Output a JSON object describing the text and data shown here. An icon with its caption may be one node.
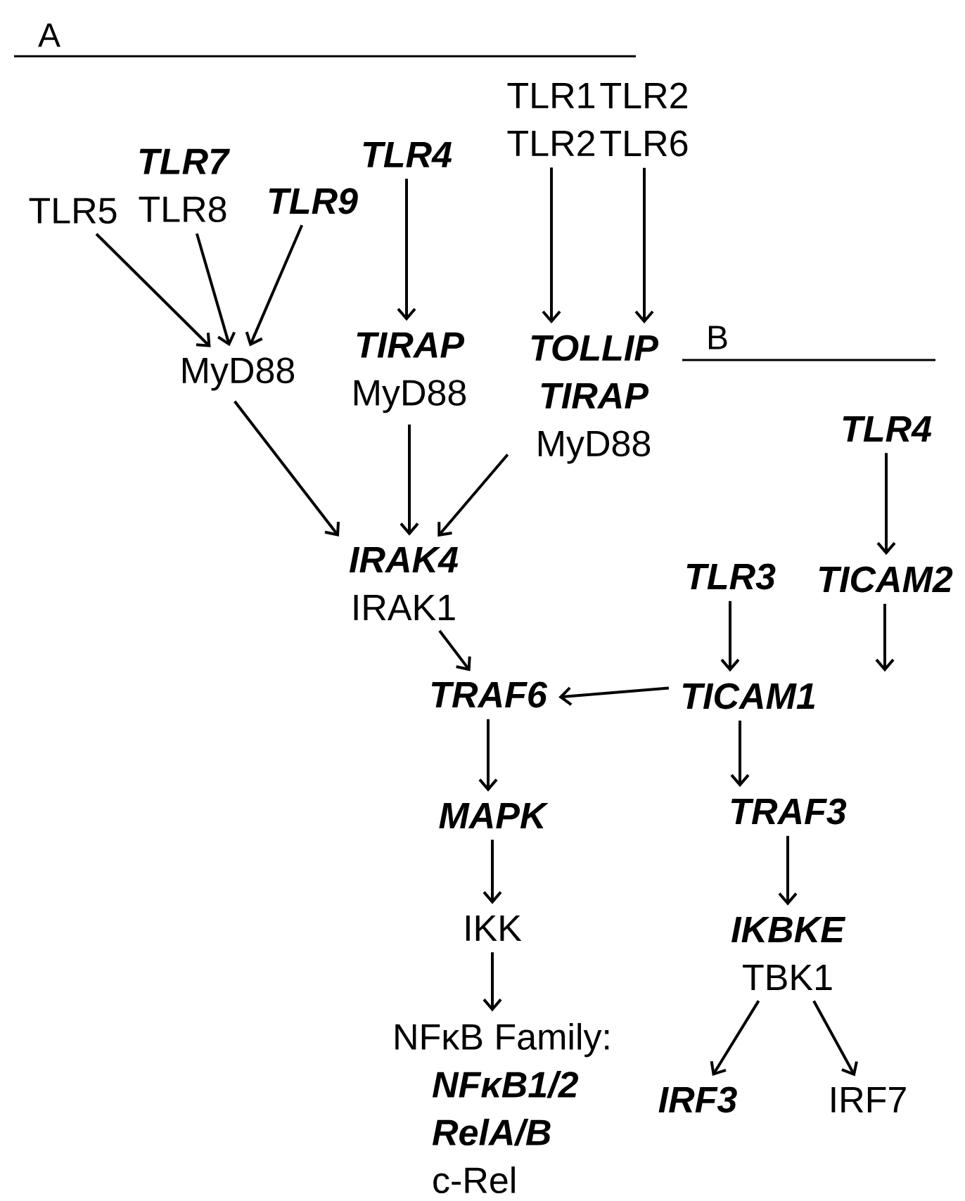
{
  "diagram": {
    "nodes": [
      {
        "text": [
          "TLR5"
        ]
      },
      {
        "text": [
          "TLR7",
          "TLR8"
        ]
      },
      {
        "text": [
          "TLR9"
        ]
      },
      {
        "text": [
          "TLR4"
        ]
      },
      {
        "text": [
          "TLR1",
          "TLR2"
        ]
      },
      {
        "text": [
          "TLR2",
          "TLR6"
        ]
      },
      {
        "text": [
          "MyD88"
        ]
      },
      {
        "text": [
          "TIRAP",
          "MyD88"
        ]
      },
      {
        "text": [
          "TOLLIP",
          "TIRAP",
          "MyD88"
        ]
      },
      {
        "text": [
          "IRAK4",
          "IRAK1"
        ]
      },
      {
        "text": [
          "TRAF6"
        ]
      },
      {
        "text": [
          "MAPK"
        ]
      },
      {
        "text": [
          "IKK"
        ]
      },
      {
        "text": [
          "NFκB Family:",
          "NFκB1/2",
          "RelA/B",
          "c-Rel"
        ]
      },
      {
        "text": [
          "TLR4"
        ]
      },
      {
        "text": [
          "TLR3"
        ]
      },
      {
        "text": [
          "TICAM2"
        ]
      },
      {
        "text": [
          "TICAM1"
        ]
      },
      {
        "text": [
          "TRAF3"
        ]
      },
      {
        "text": [
          "IKBKE",
          "TBK1"
        ]
      },
      {
        "text": [
          "IRF3"
        ]
      },
      {
        "text": [
          "IRF7"
        ]
      }
    ],
    "edges": [
      {
        "from": 0,
        "to": 6,
        "arrow": "to"
      },
      {
        "from": 1,
        "to": 6,
        "arrow": "to"
      },
      {
        "from": 2,
        "to": 6,
        "arrow": "to"
      },
      {
        "from": 3,
        "to": 7,
        "arrow": "to"
      },
      {
        "from": 4,
        "to": 8,
        "arrow": "to"
      },
      {
        "from": 5,
        "to": 8,
        "arrow": "to"
      },
      {
        "from": 6,
        "to": 9,
        "arrow": "to"
      },
      {
        "from": 7,
        "to": 9,
        "arrow": "to"
      },
      {
        "from": 8,
        "to": 9,
        "arrow": "to"
      },
      {
        "from": 9,
        "to": 10,
        "arrow": "to"
      },
      {
        "from": 10,
        "to": 11,
        "arrow": "to"
      },
      {
        "from": 11,
        "to": 12,
        "arrow": "to"
      },
      {
        "from": 12,
        "to": 13,
        "arrow": "to"
      },
      {
        "from": 14,
        "to": 16,
        "arrow": "to"
      },
      {
        "from": 15,
        "to": 17,
        "arrow": "to"
      },
      {
        "from": 16,
        "to": 17,
        "arrow": "to"
      },
      {
        "from": 17,
        "to": 10,
        "arrow": "to"
      },
      {
        "from": 17,
        "to": 18,
        "arrow": "to"
      },
      {
        "from": 18,
        "to": 19,
        "arrow": "to"
      },
      {
        "from": 19,
        "to": 20,
        "arrow": "to"
      },
      {
        "from": 19,
        "to": 21,
        "arrow": "to"
      }
    ],
    "labels": [
      "A",
      "B"
    ]
  }
}
